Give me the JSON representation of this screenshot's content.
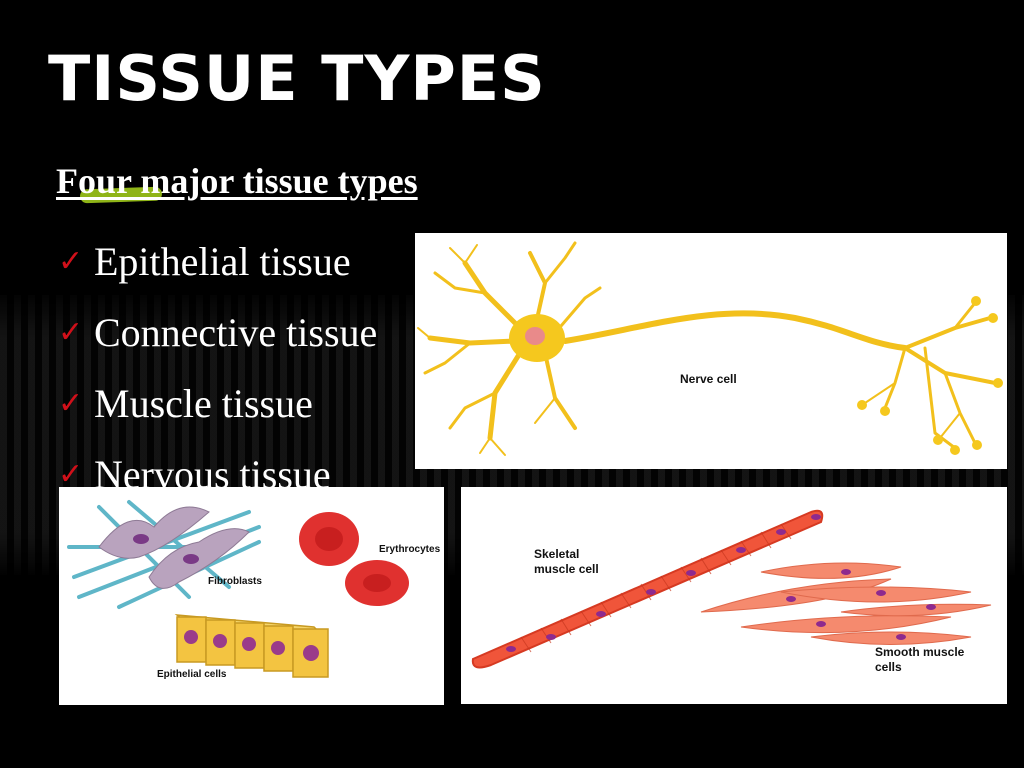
{
  "slide": {
    "title": "TISSUE TYPES",
    "subtitle": "Four major tissue types",
    "items": [
      {
        "icon": "checkmark-icon",
        "label": "Epithelial tissue"
      },
      {
        "icon": "checkmark-icon",
        "label": "Connective tissue"
      },
      {
        "icon": "checkmark-icon",
        "label": "Muscle tissue"
      },
      {
        "icon": "checkmark-icon",
        "label": "Nervous tissue"
      }
    ],
    "check_glyph": "✓",
    "colors": {
      "background": "#000000",
      "text": "#ffffff",
      "check": "#d1101a",
      "nerve": "#f5c518",
      "muscle": "#f0553a",
      "nucleus": "#8e2a8e"
    }
  },
  "images": {
    "nerve": {
      "label": "Nerve cell"
    },
    "connective": {
      "labels": [
        "Erythrocytes",
        "Fibroblasts",
        "Epithelial cells"
      ]
    },
    "muscle": {
      "labels": [
        "Skeletal muscle cell",
        "Smooth muscle cells"
      ]
    }
  }
}
